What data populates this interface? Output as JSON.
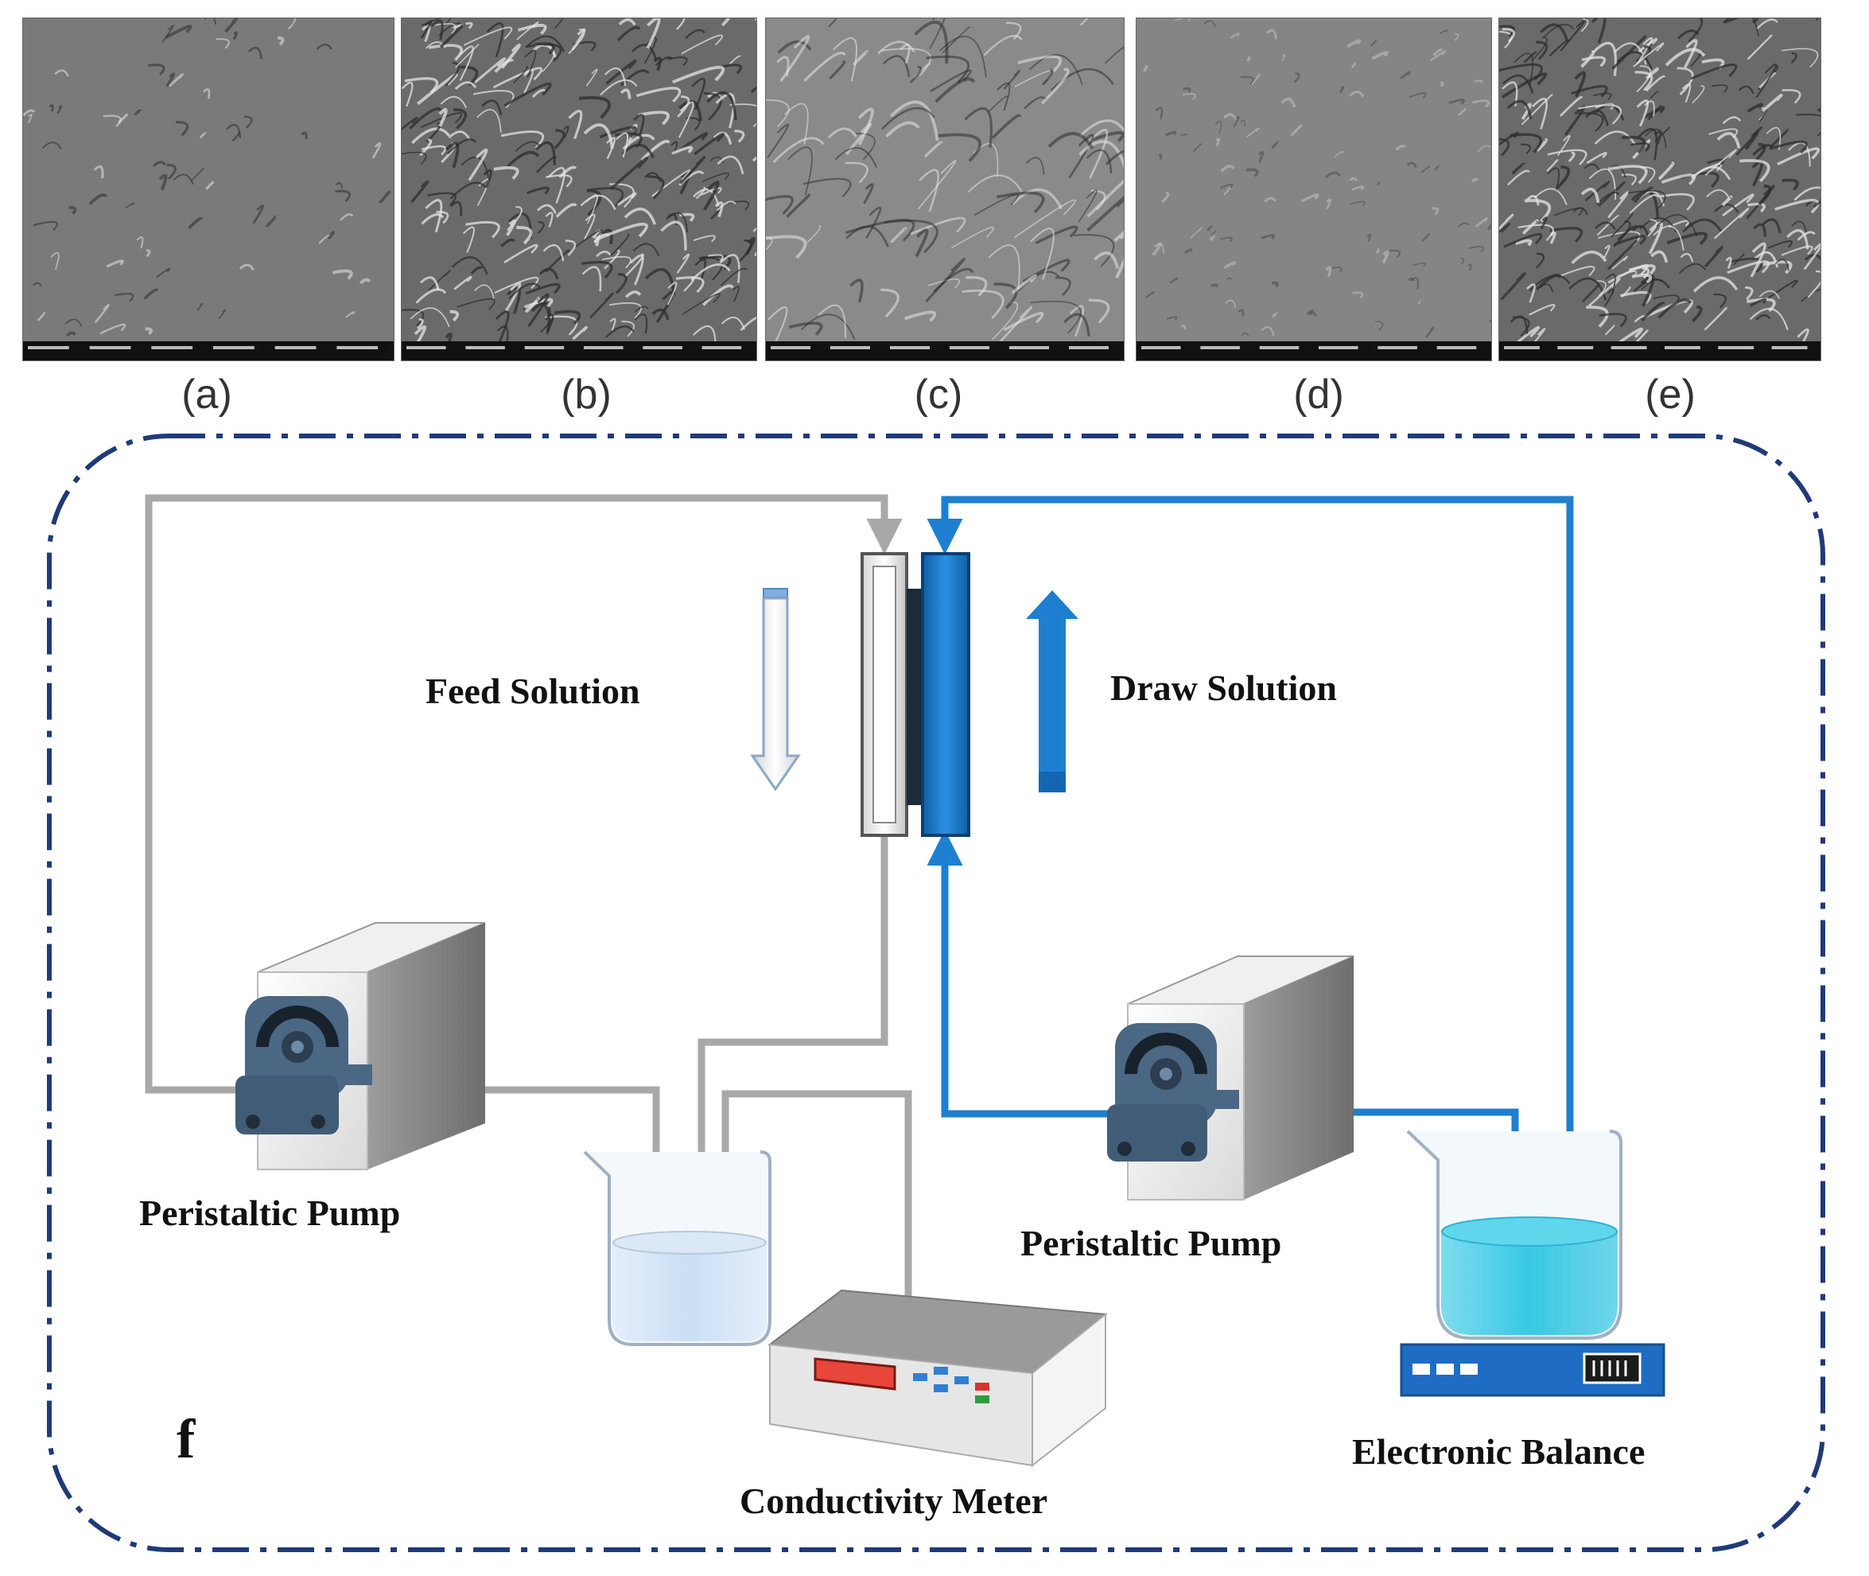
{
  "sem_panels": [
    {
      "label": "(a)",
      "texture": "sparse"
    },
    {
      "label": "(b)",
      "texture": "dense"
    },
    {
      "label": "(c)",
      "texture": "sheet"
    },
    {
      "label": "(d)",
      "texture": "smooth"
    },
    {
      "label": "(e)",
      "texture": "dense"
    }
  ],
  "diagram": {
    "panel_letter": "f",
    "feed_solution": "Feed Solution",
    "draw_solution": "Draw Solution",
    "pump_left": "Peristaltic Pump",
    "pump_right": "Peristaltic Pump",
    "conductivity_meter": "Conductivity Meter",
    "electronic_balance": "Electronic Balance"
  },
  "colors": {
    "feed_line": "#a8a8a8",
    "draw_line": "#1e7fd0",
    "frame": "#1f3a78",
    "draw_liquid": "#38c8e4",
    "pump_head": "#4a6784",
    "meter_display": "#e8463a"
  }
}
